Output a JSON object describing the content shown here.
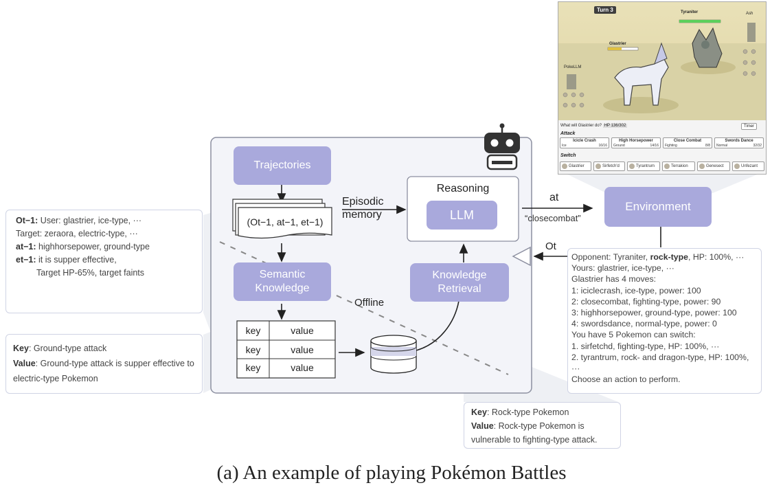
{
  "diagram": {
    "trajectories": "Trajectories",
    "traj_tuple": "(Ot−1, at−1, et−1)",
    "episodic_line1": "Episodic",
    "episodic_line2": "memory",
    "semantic_line1": "Semantic",
    "semantic_line2": "Knowledge",
    "reasoning": "Reasoning",
    "llm": "LLM",
    "retrieval_line1": "Knowledge",
    "retrieval_line2": "Retrieval",
    "offline": "Offline",
    "environment": "Environment",
    "action_label": "at",
    "action_value": "“closecombat”",
    "obs_label": "Ot",
    "table": {
      "header": [
        "key",
        "value"
      ],
      "rows": [
        [
          "key",
          "value"
        ],
        [
          "key",
          "value"
        ]
      ]
    }
  },
  "notes": {
    "trajectory_example": [
      {
        "bold": "Ot−1:",
        "text": " User: glastrier, ice-type, ···"
      },
      {
        "bold": "",
        "text": "Target: zeraora, electric-type, ···"
      },
      {
        "bold": "at−1:",
        "text": " highhorsepower, ground-type"
      },
      {
        "bold": "et−1:",
        "text": " it is supper effective,"
      },
      {
        "bold": "",
        "text": "Target HP-65%, target faints"
      }
    ],
    "semantic_example": {
      "key_label": "Key",
      "key_text": ": Ground-type attack",
      "value_label": "Value",
      "value_text": ": Ground-type attack is supper effective to electric-type Pokemon"
    },
    "retrieved_example": {
      "key_label": "Key",
      "key_text": ": Rock-type Pokemon",
      "value_label": "Value",
      "value_text": ": Rock-type Pokemon is vulnerable to fighting-type attack."
    },
    "observation": {
      "line1_pre": "Opponent: Tyraniter, ",
      "line1_bold": "rock-type",
      "line1_post": ", HP: 100%, ···",
      "lines": [
        "Yours: glastrier, ice-type, ···",
        "Glastrier has 4 moves:",
        "1: iciclecrash, ice-type, power: 100",
        "2: closecombat, fighting-type, power: 90",
        "3: highhorsepower, ground-type, power: 100",
        "4: swordsdance, normal-type, power: 0",
        "You have 5 Pokemon can switch:",
        "1. sirfetchd, fighting-type, HP: 100%, ···",
        "2. tyrantrum, rock- and dragon-type, HP: 100%,",
        "···",
        "Choose an action to perform."
      ]
    }
  },
  "game": {
    "turn": "Turn 3",
    "opponent_name": "Tyraniter",
    "opponent_trainer": "Ash",
    "player_trainer": "PokeLLM",
    "active_name": "Glastrier",
    "prompt": "What will Glastrier do?",
    "hp": "HP 136/302",
    "timer": "Timer",
    "attack_label": "Attack",
    "switch_label": "Switch",
    "moves": [
      {
        "name": "Icicle Crash",
        "type": "Ice",
        "pp": "16/16"
      },
      {
        "name": "High Horsepower",
        "type": "Ground",
        "pp": "14/16"
      },
      {
        "name": "Close Combat",
        "type": "Fighting",
        "pp": "8/8"
      },
      {
        "name": "Swords Dance",
        "type": "Normal",
        "pp": "32/32"
      }
    ],
    "switches": [
      "Glastrier",
      "Sirfetch'd",
      "Tyrantrum",
      "Terrakion",
      "Genesect",
      "Unfezant"
    ]
  },
  "caption": "(a) An example of playing Pokémon Battles",
  "colors": {
    "accent_purple": "#a9a9dc",
    "panel_bg": "#f3f4f9",
    "border": "#8c8fa0"
  }
}
